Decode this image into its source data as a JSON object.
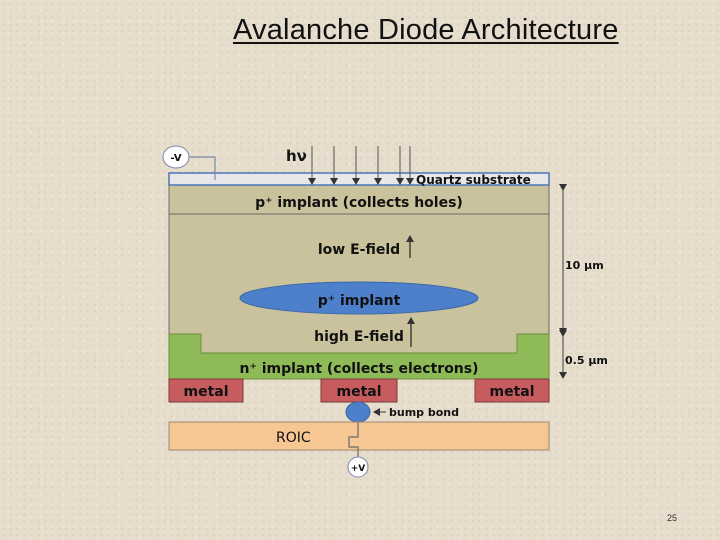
{
  "title": "Avalanche Diode Architecture",
  "labels": {
    "bias_negative": "-V",
    "photon": "hν",
    "quartz": "Quartz substrate",
    "p_implant_top": "p⁺ implant (collects holes)",
    "low_field": "low E-field",
    "p_implant_buried": "p⁺ implant",
    "high_field": "high E-field",
    "n_implant": "n⁺ implant (collects electrons)",
    "metal_left": "metal",
    "metal_center": "metal",
    "metal_right": "metal",
    "bump_bond": "bump bond",
    "roic": "ROIC",
    "bias_positive": "+V",
    "dim_10um": "10 μm",
    "dim_05um": "0.5 μm"
  },
  "page_number": "25",
  "colors": {
    "detector_body": "#c9c29c",
    "quartz_fill": "#e8e6e8",
    "quartz_border": "#4a76b5",
    "p_implant_ellipse": "#4e7fcb",
    "n_implant_green": "#8fba58",
    "metal_fill": "#c65c5e",
    "roic_fill": "#f6c693",
    "bump_fill": "#4e7fcb"
  }
}
